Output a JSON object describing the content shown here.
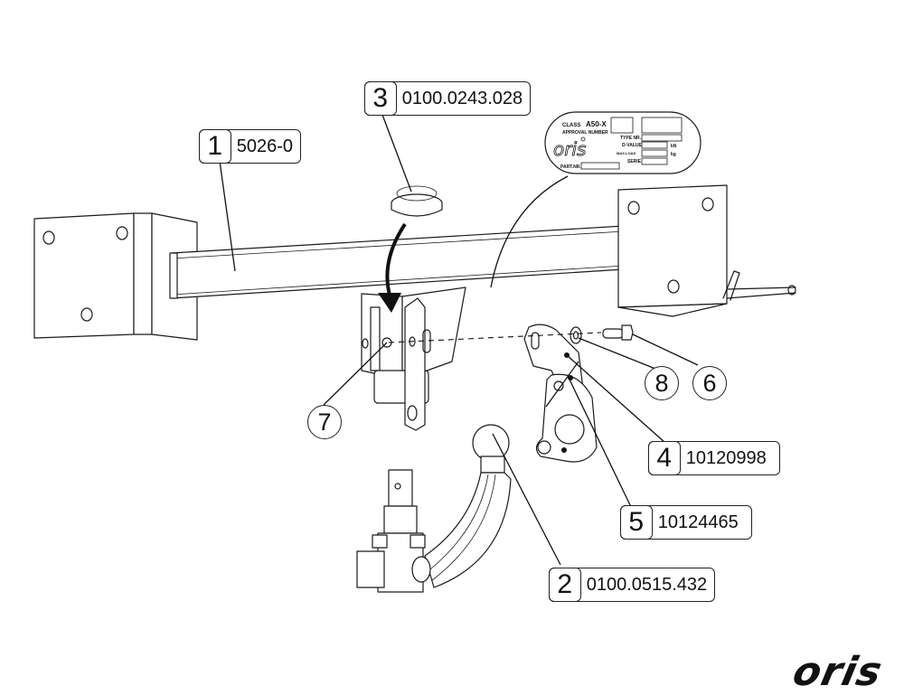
{
  "diagram": {
    "title": "Tow bar exploded assembly",
    "brand_logo": "oris",
    "parts": [
      {
        "item": "1",
        "code": "5026-0",
        "description": "crossbar"
      },
      {
        "item": "2",
        "code": "0100.0515.432",
        "description": "detachable ball neck"
      },
      {
        "item": "3",
        "code": "0100.0243.028",
        "description": "cover cap"
      },
      {
        "item": "4",
        "code": "10120998",
        "description": "socket bracket"
      },
      {
        "item": "5",
        "code": "10124465",
        "description": "socket plate"
      }
    ],
    "hardware": [
      {
        "item": "6",
        "description": "bolt"
      },
      {
        "item": "7",
        "description": "nut"
      },
      {
        "item": "8",
        "description": "washer"
      }
    ],
    "type_plate": {
      "brand": "oris",
      "class_label": "CLASS",
      "class_value": "A50-X",
      "approval_label": "APPROVAL NUMBER",
      "type_label": "TYPE NR.",
      "dvalue_label": "D-VALUE",
      "dvalue_unit": "kN",
      "mass_label": "MAX.LOAD",
      "mass_unit": "kg",
      "serial_label": "SERIE",
      "part_label": "PART.NR."
    }
  }
}
